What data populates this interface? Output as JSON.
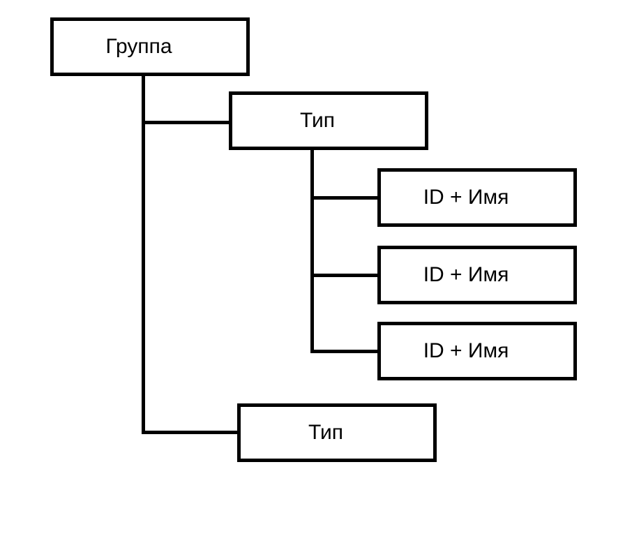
{
  "diagram": {
    "background_color": "#ffffff",
    "line_color": "#000000",
    "box_fill": "#ffffff",
    "box_border_color": "#000000",
    "nodes": [
      {
        "id": "group",
        "label": "Группа"
      },
      {
        "id": "type-1",
        "label": "Тип"
      },
      {
        "id": "item-1",
        "label": "ID + Имя"
      },
      {
        "id": "item-2",
        "label": "ID + Имя"
      },
      {
        "id": "item-3",
        "label": "ID + Имя"
      },
      {
        "id": "type-2",
        "label": "Тип"
      }
    ],
    "edges": [
      {
        "from": "group",
        "to": "type-1"
      },
      {
        "from": "type-1",
        "to": "item-1"
      },
      {
        "from": "type-1",
        "to": "item-2"
      },
      {
        "from": "type-1",
        "to": "item-3"
      },
      {
        "from": "group",
        "to": "type-2"
      }
    ]
  }
}
